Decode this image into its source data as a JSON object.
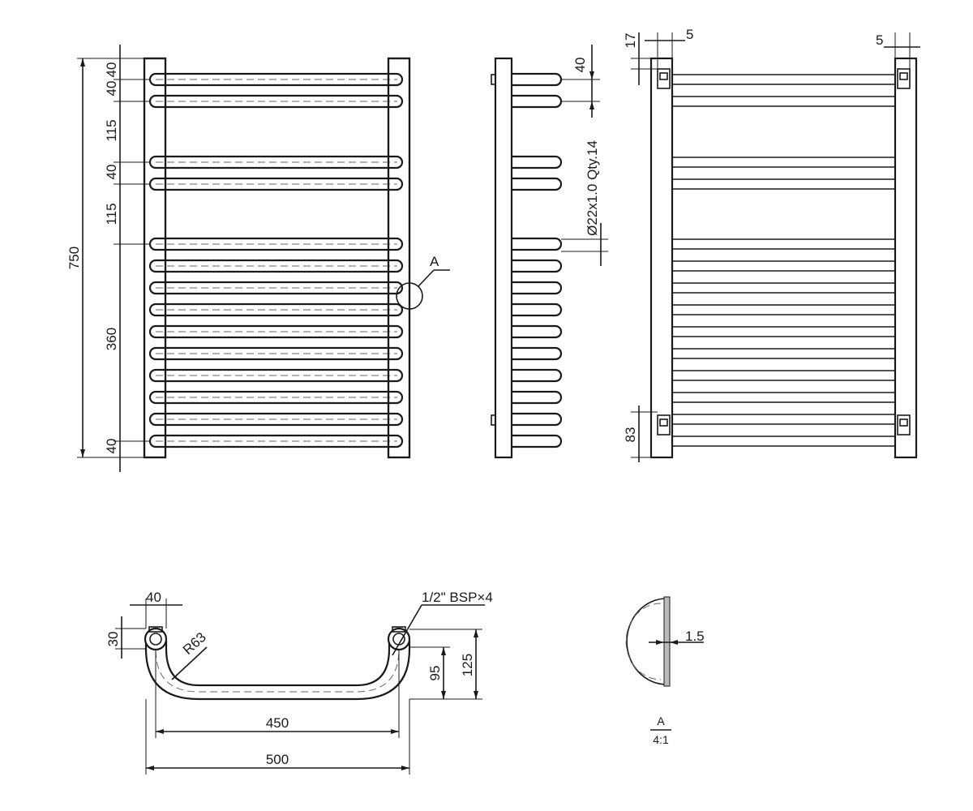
{
  "front_view": {
    "total_height": "750",
    "dims_left": [
      "40",
      "40",
      "115",
      "40",
      "115",
      "360",
      "40"
    ],
    "detail_marker": "A",
    "bar_count": 14
  },
  "side_view": {
    "pitch": "40",
    "tube_spec": "Ø22x1.0  Qty.14"
  },
  "back_view": {
    "top_offset": "17",
    "bracket_left": "5",
    "bracket_right": "5",
    "bottom_bracket": "83"
  },
  "plan_view": {
    "rail_width": "40",
    "rail_depth": "30",
    "bend_radius": "R63",
    "connection": "1/2\" BSP×4",
    "depth_95": "95",
    "depth_125": "125",
    "centres": "450",
    "overall_width": "500"
  },
  "detail": {
    "wall_thickness": "1.5",
    "label": "A",
    "scale": "4:1"
  }
}
